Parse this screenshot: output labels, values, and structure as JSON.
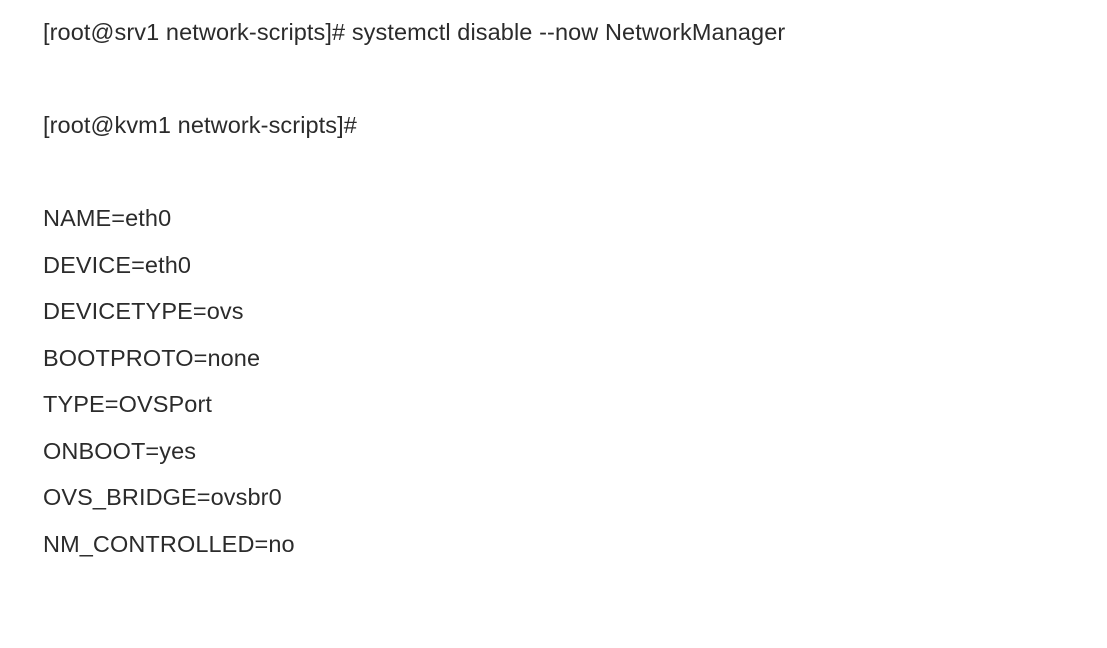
{
  "terminal": {
    "background_color": "#ffffff",
    "text_color": "#2b2b2b",
    "session": {
      "command_entry": {
        "prompt": "[root@srv1 network-scripts]#",
        "command": "systemctl disable --now NetworkManager",
        "full_line": "[root@srv1 network-scripts]# systemctl disable --now NetworkManager"
      },
      "idle_prompt": {
        "prompt": "[root@kvm1 network-scripts]#",
        "full_line": "[root@kvm1 network-scripts]#"
      },
      "config_file": {
        "lines": [
          "NAME=eth0",
          "DEVICE=eth0",
          "DEVICETYPE=ovs",
          "BOOTPROTO=none",
          "TYPE=OVSPort",
          "ONBOOT=yes",
          "OVS_BRIDGE=ovsbr0",
          "NM_CONTROLLED=no"
        ],
        "entries": [
          {
            "key": "NAME",
            "value": "eth0"
          },
          {
            "key": "DEVICE",
            "value": "eth0"
          },
          {
            "key": "DEVICETYPE",
            "value": "ovs"
          },
          {
            "key": "BOOTPROTO",
            "value": "none"
          },
          {
            "key": "TYPE",
            "value": "OVSPort"
          },
          {
            "key": "ONBOOT",
            "value": "yes"
          },
          {
            "key": "OVS_BRIDGE",
            "value": "ovsbr0"
          },
          {
            "key": "NM_CONTROLLED",
            "value": "no"
          }
        ]
      }
    }
  }
}
